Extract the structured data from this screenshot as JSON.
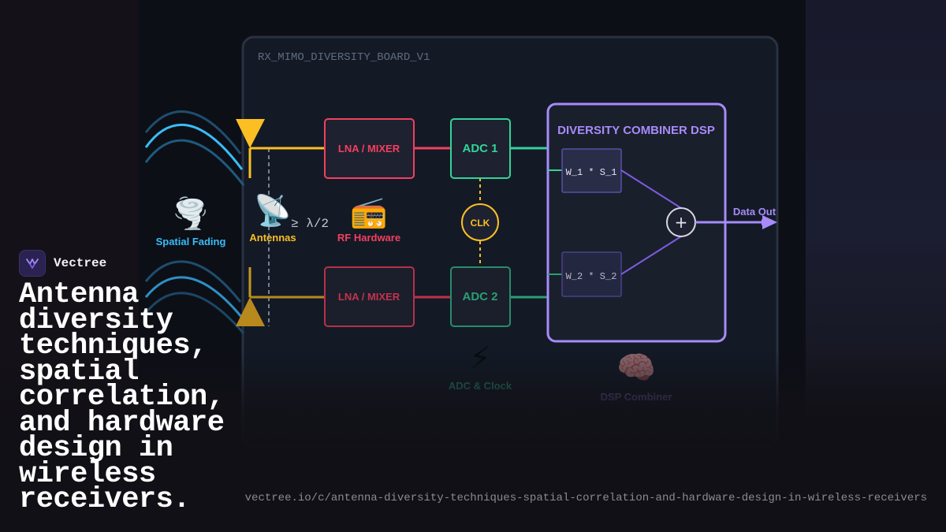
{
  "board": {
    "title": "RX_MIMO_DIVERSITY_BOARD_V1"
  },
  "blocks": {
    "lna_top": "LNA / MIXER",
    "lna_bottom": "LNA / MIXER",
    "adc1": "ADC 1",
    "adc2": "ADC 2",
    "clk": "CLK",
    "combiner_title": "DIVERSITY COMBINER DSP",
    "weight1": "W_1 * S_1",
    "weight2": "W_2 * S_2",
    "sum": "+",
    "data_out": "Data Out",
    "spacing": "≥ λ/2"
  },
  "labels": {
    "spatial_fading": "Spatial Fading",
    "antennas": "Antennas",
    "rf_hardware": "RF Hardware",
    "adc_clock": "ADC & Clock",
    "dsp_combiner": "DSP Combiner"
  },
  "icons": {
    "tornado": "🌪️",
    "satellite": "📡",
    "radio": "📻",
    "lightning": "⚡",
    "brain": "🧠"
  },
  "colors": {
    "antenna": "#fbbf24",
    "rf": "#f43f5e",
    "adc": "#34d399",
    "dsp": "#a78bfa",
    "fading": "#38bdf8"
  },
  "brand": {
    "name": "Vectree"
  },
  "headline": "Antenna diversity techniques, spatial correlation, and hardware design in wireless receivers.",
  "url": "vectree.io/c/antenna-diversity-techniques-spatial-correlation-and-hardware-design-in-wireless-receivers"
}
